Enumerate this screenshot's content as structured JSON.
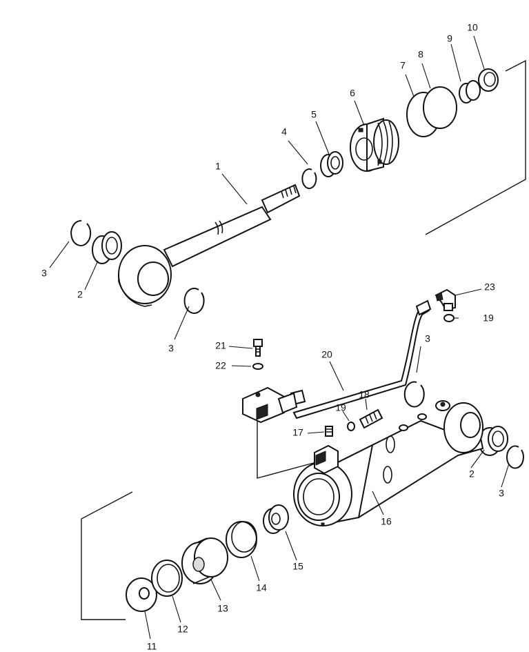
{
  "callouts": {
    "c1": "1",
    "c2a": "2",
    "c2b": "2",
    "c3a": "3",
    "c3b": "3",
    "c3c": "3",
    "c3d": "3",
    "c4": "4",
    "c5": "5",
    "c6": "6",
    "c7": "7",
    "c8": "8",
    "c9": "9",
    "c10": "10",
    "c11": "11",
    "c12": "12",
    "c13": "13",
    "c14": "14",
    "c15": "15",
    "c16": "16",
    "c17": "17",
    "c18": "18",
    "c19a": "19",
    "c19b": "19",
    "c20": "20",
    "c21": "21",
    "c22": "22",
    "c23": "23"
  }
}
